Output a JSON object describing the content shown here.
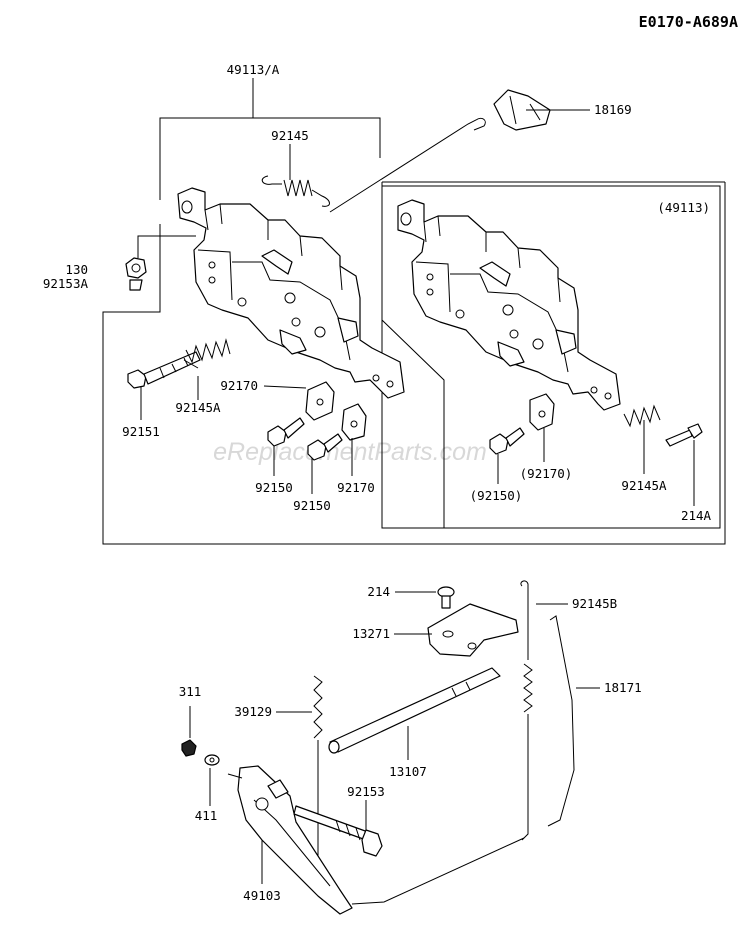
{
  "diagram_code": "E0170-A689A",
  "watermark": "eReplacementParts.com",
  "labels": {
    "l49113A": "49113/A",
    "l18169": "18169",
    "l92145_top": "92145",
    "l49113_paren": "(49113)",
    "l130": "130",
    "l92153A": "92153A",
    "l92170_left": "92170",
    "l92145A_left": "92145A",
    "l92151": "92151",
    "l92150_a": "92150",
    "l92150_b": "92150",
    "l92170_b": "92170",
    "l92170_paren": "(92170)",
    "l92150_paren": "(92150)",
    "l92145A_right": "92145A",
    "l214A": "214A",
    "l214": "214",
    "l92145B": "92145B",
    "l13271": "13271",
    "l18171": "18171",
    "l311": "311",
    "l39129": "39129",
    "l13107": "13107",
    "l92153": "92153",
    "l411": "411",
    "l49103": "49103"
  }
}
